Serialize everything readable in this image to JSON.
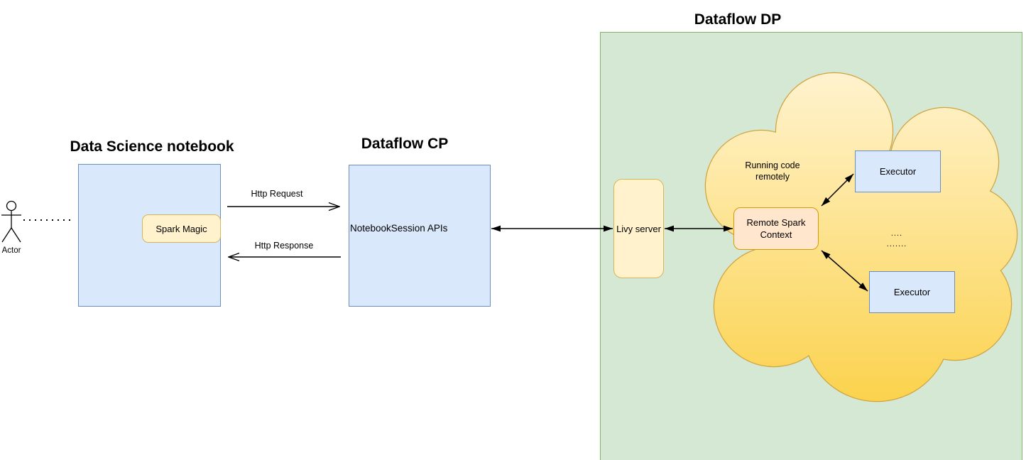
{
  "titles": {
    "notebook": "Data Science notebook",
    "cp": "Dataflow CP",
    "dp": "Dataflow DP"
  },
  "actor": {
    "label": "Actor"
  },
  "notebook": {
    "spark_magic_label": "Spark Magic"
  },
  "cp": {
    "api_label": "NotebookSession APIs"
  },
  "arrows": {
    "request_label": "Http Request",
    "response_label": "Http Response"
  },
  "dp": {
    "livy_label": "Livy server",
    "cloud": {
      "running_label": "Running code\nremotely",
      "rsc_label": "Remote Spark\nContext",
      "executor_top_label": "Executor",
      "executor_bottom_label": "Executor",
      "dots_line1": "....",
      "dots_line2": "......."
    }
  },
  "colors": {
    "box_blue_fill": "#dae8fc",
    "box_blue_stroke": "#6c8ebf",
    "green_fill": "#d5e8d4",
    "green_stroke": "#82b366",
    "yellow_fill": "#fff2cc",
    "yellow_stroke": "#d6b656",
    "orange_fill": "#ffe6cc",
    "orange_stroke": "#d79b00",
    "cloud_gradient_top": "#fff3cf",
    "cloud_gradient_bottom": "#fbd24c",
    "cloud_stroke": "#d0a340",
    "line_color": "#000000"
  }
}
